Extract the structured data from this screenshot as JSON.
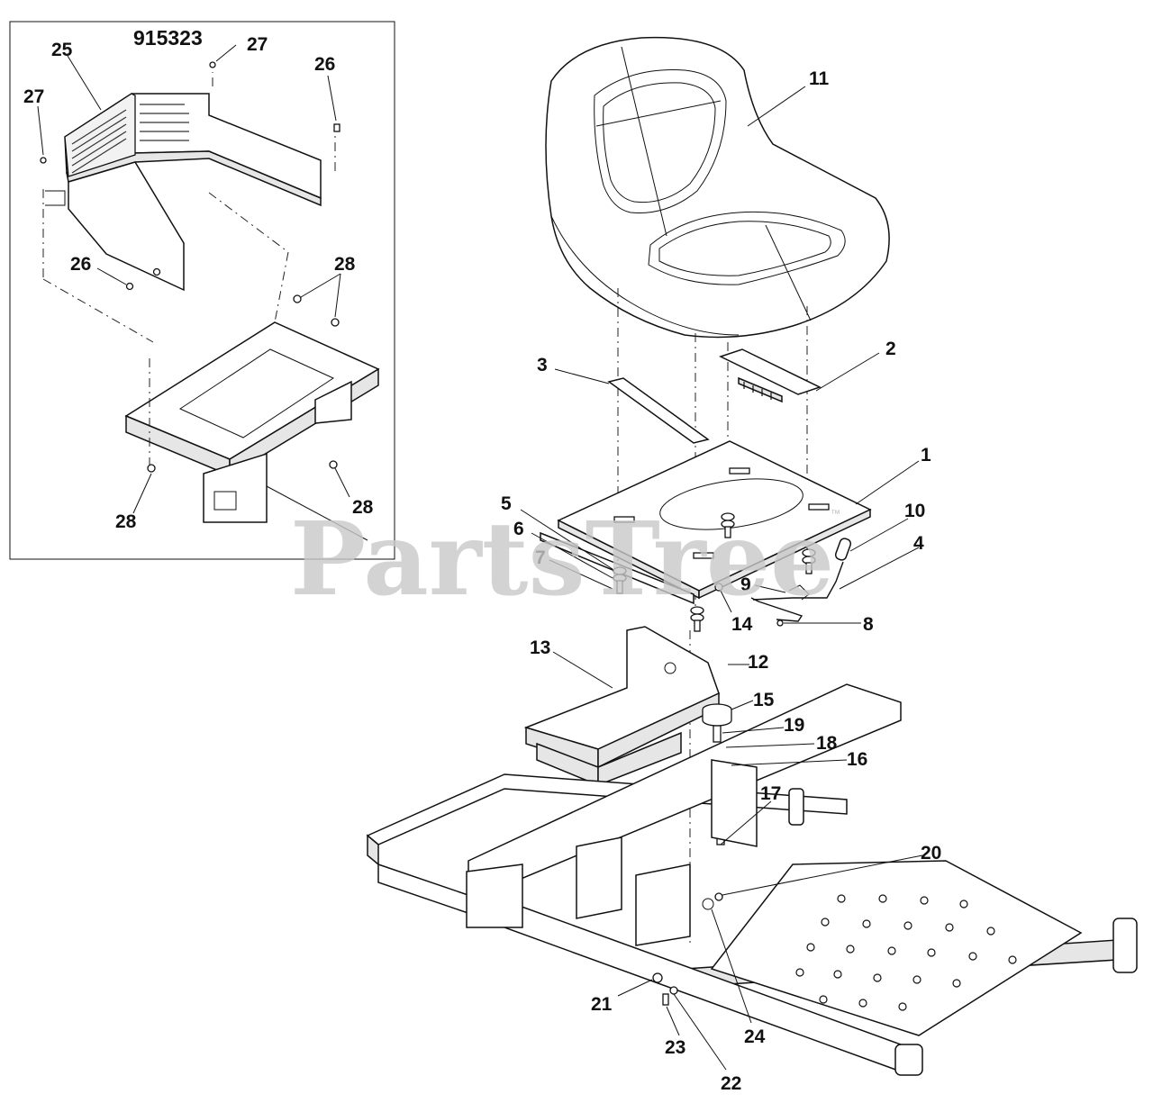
{
  "diagram": {
    "inset_part_number": "915323",
    "watermark": "PartsTree",
    "watermark_mark": "™",
    "callouts": {
      "c1": "1",
      "c2": "2",
      "c3": "3",
      "c4": "4",
      "c5": "5",
      "c6": "6",
      "c7": "7",
      "c8": "8",
      "c9": "9",
      "c10": "10",
      "c11": "11",
      "c12": "12",
      "c13": "13",
      "c14": "14",
      "c15": "15",
      "c16": "16",
      "c17": "17",
      "c18": "18",
      "c19": "19",
      "c20": "20",
      "c21": "21",
      "c22": "22",
      "c23": "23",
      "c24": "24",
      "c25": "25",
      "c26a": "26",
      "c26b": "26",
      "c27a": "27",
      "c27b": "27",
      "c28a": "28",
      "c28b": "28",
      "c28c": "28"
    }
  }
}
